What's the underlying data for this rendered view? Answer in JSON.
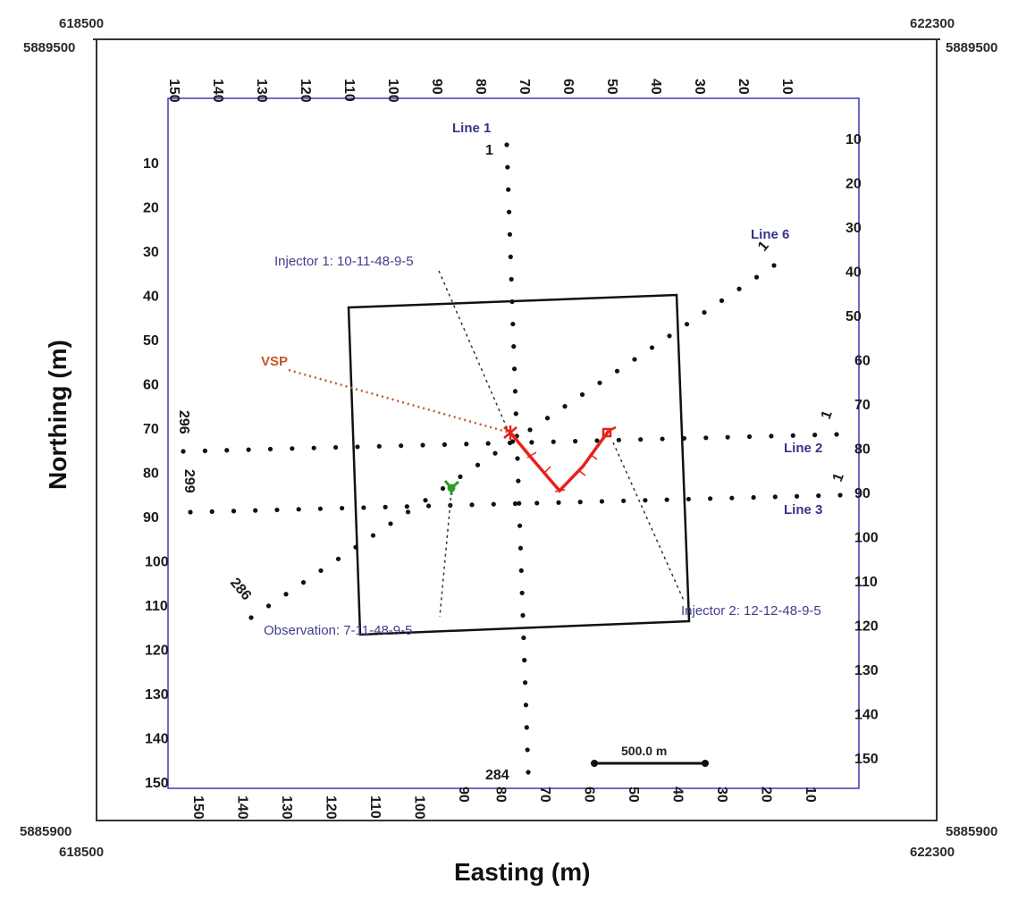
{
  "map": {
    "x_axis_title": "Easting (m)",
    "y_axis_title": "Northing (m)",
    "corners": {
      "top_left_easting": "618500",
      "top_left_northing": "5889500",
      "top_right_easting": "622300",
      "top_right_northing": "5889500",
      "bottom_left_easting": "618500",
      "bottom_left_northing": "5885900",
      "bottom_right_easting": "622300",
      "bottom_right_northing": "5885900"
    },
    "grid_top_labels": [
      "150",
      "140",
      "130",
      "120",
      "110",
      "100",
      "90",
      "80",
      "70",
      "60",
      "50",
      "40",
      "30",
      "20",
      "10"
    ],
    "grid_bottom_labels": [
      "150",
      "140",
      "130",
      "120",
      "110",
      "100",
      "90",
      "80",
      "70",
      "60",
      "50",
      "40",
      "30",
      "20",
      "10"
    ],
    "grid_left_labels": [
      "10",
      "20",
      "30",
      "40",
      "50",
      "60",
      "70",
      "80",
      "90",
      "100",
      "110",
      "120",
      "130",
      "140",
      "150"
    ],
    "grid_right_labels": [
      "10",
      "20",
      "30",
      "40",
      "50",
      "60",
      "70",
      "80",
      "90",
      "100",
      "110",
      "120",
      "130",
      "140",
      "150"
    ],
    "lines": [
      {
        "name": "Line 1",
        "start_label": "1",
        "end_label": "284"
      },
      {
        "name": "Line 2",
        "start_label": "1",
        "end_label": "296"
      },
      {
        "name": "Line 3",
        "start_label": "1",
        "end_label": "299"
      },
      {
        "name": "Line 6",
        "start_label": "1",
        "end_label": "286"
      }
    ],
    "wells": [
      {
        "name": "Injector 1",
        "label": "Injector 1: 10-11-48-9-5"
      },
      {
        "name": "Injector 2",
        "label": "Injector 2: 12-12-48-9-5"
      },
      {
        "name": "Observation",
        "label": "Observation: 7-11-48-9-5"
      }
    ],
    "vsp_label": "VSP",
    "scale_bar_label": "500.0 m",
    "colors": {
      "frame": "#333333",
      "grid_box": "#3b3bb0",
      "survey_box": "#111111",
      "injector_track": "#e8201a",
      "observation_marker": "#2c9a2c",
      "vsp_line": "#c8552a",
      "well_label": "#3e3e8c",
      "line_label": "#34358a"
    }
  }
}
